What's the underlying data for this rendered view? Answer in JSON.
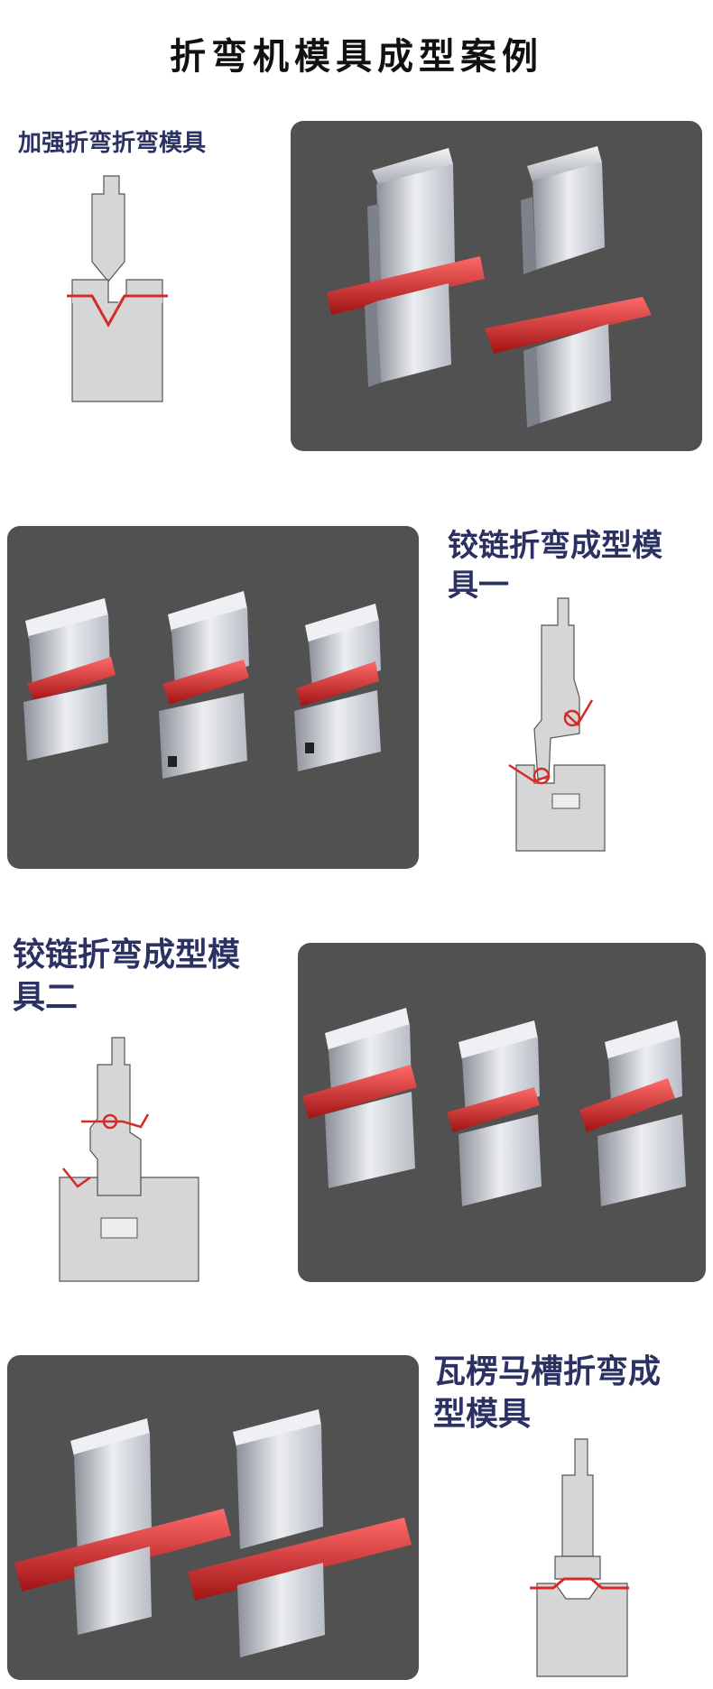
{
  "page": {
    "title": "折弯机模具成型案例"
  },
  "sections": [
    {
      "id": "reinforced",
      "title": "加强折弯折弯模具"
    },
    {
      "id": "hinge-one",
      "title_line1": "铰链折弯成型模",
      "title_line2": "具一"
    },
    {
      "id": "hinge-two",
      "title_line1": "铰链折弯成型模",
      "title_line2": "具二"
    },
    {
      "id": "corrugated",
      "title_line1": "瓦楞马槽折弯成",
      "title_line2": "型模具"
    }
  ],
  "colors": {
    "title": "#111111",
    "section_title": "#2b3163",
    "photo_bg": "#515151",
    "die_gray": "#d6d6d6",
    "die_stroke": "#555555",
    "sheet_red": "#d42a2a",
    "steel_light": "#e8e9ec",
    "steel_mid": "#b8bcc4",
    "steel_dark": "#8c9099"
  }
}
